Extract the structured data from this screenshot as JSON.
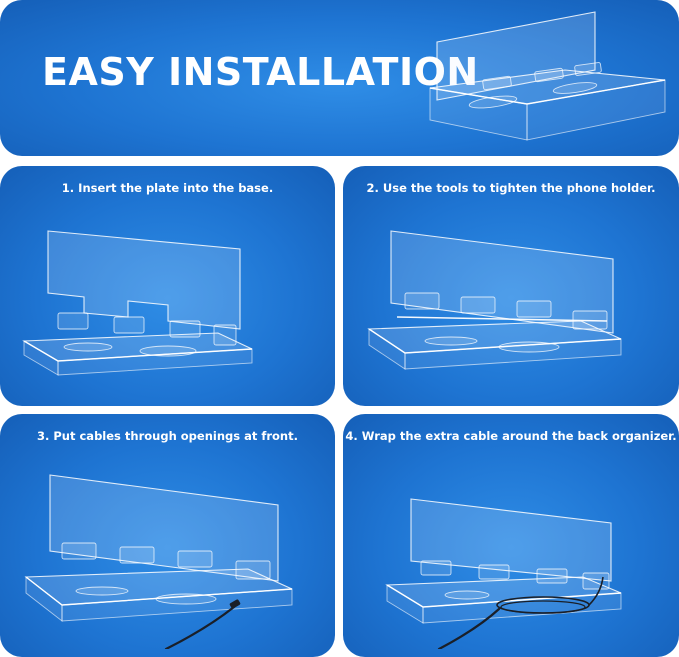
{
  "hero": {
    "title": "EASY INSTALLATION"
  },
  "steps": [
    {
      "caption": "1. Insert the plate into the base."
    },
    {
      "caption": "2. Use the tools to tighten the phone holder."
    },
    {
      "caption": "3. Put cables through openings at front."
    },
    {
      "caption": "4. Wrap the extra cable around the back organizer."
    }
  ],
  "colors": {
    "panel": "#1e74d2",
    "text": "#ffffff",
    "background": "#ffffff"
  }
}
